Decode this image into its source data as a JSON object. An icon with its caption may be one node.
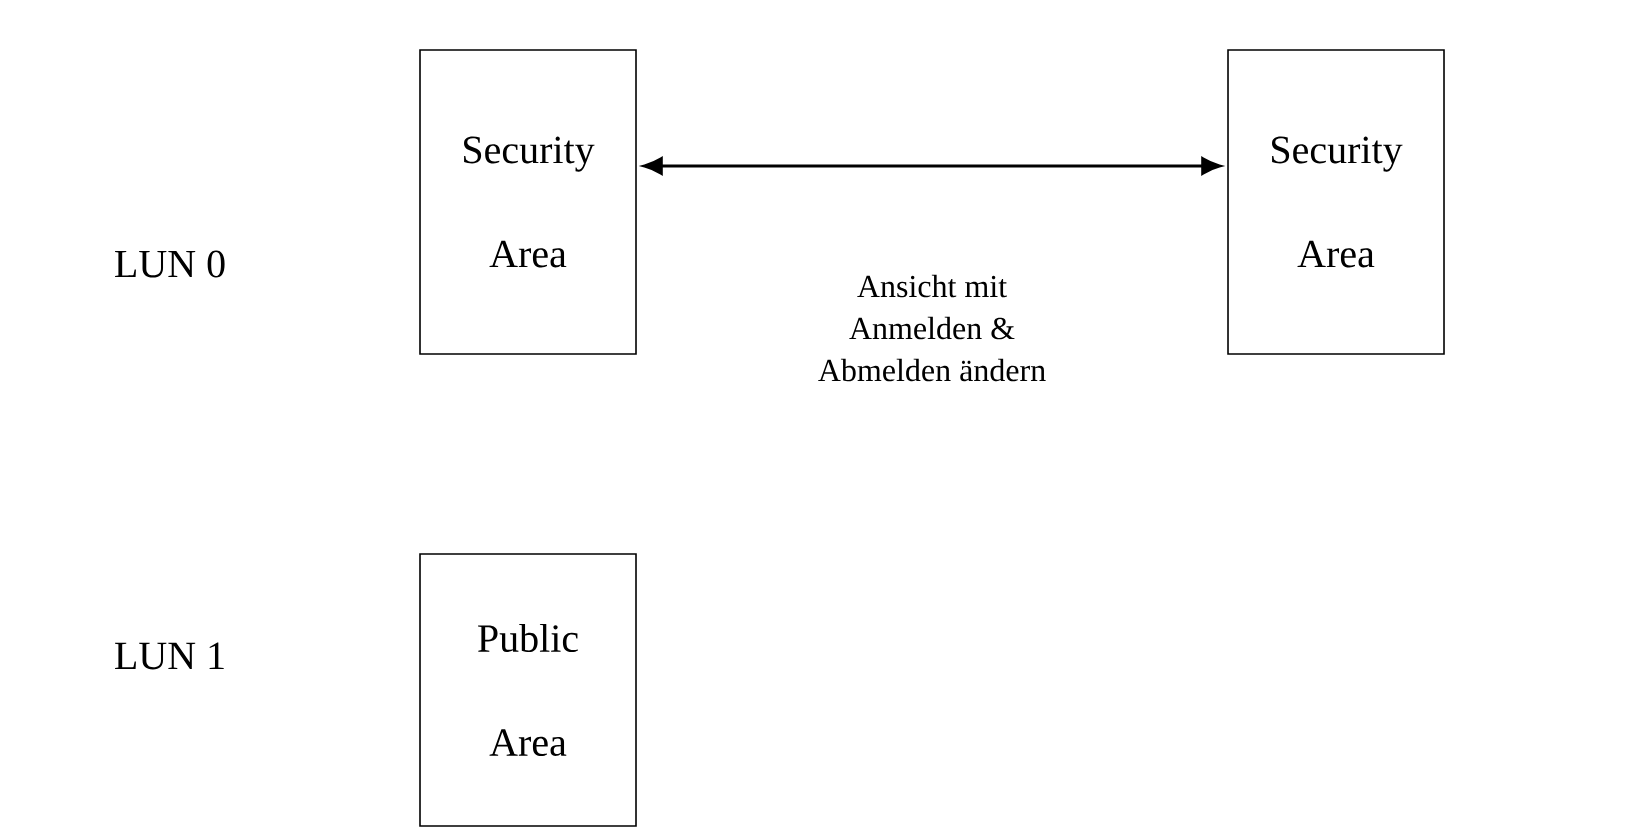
{
  "diagram": {
    "nodes": [
      {
        "text": [
          "Security Area"
        ]
      },
      {
        "text": [
          "Security Area"
        ]
      },
      {
        "text": [
          "Public Area"
        ]
      }
    ],
    "edges": [
      {
        "from": 0,
        "to": 1,
        "arrow": "both",
        "label": "Ansicht mit Anmelden & Abmelden ändern"
      }
    ],
    "labels": [
      "LUN 0",
      "LUN 1"
    ]
  }
}
